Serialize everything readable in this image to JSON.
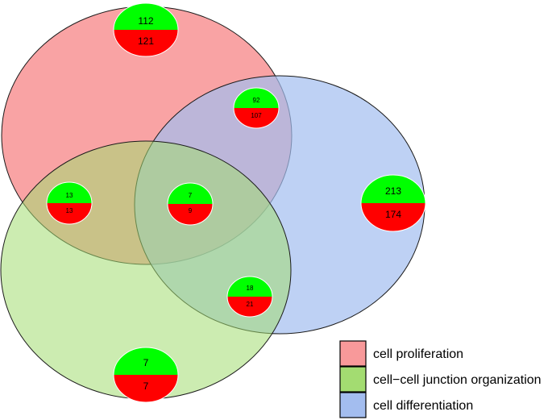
{
  "sets": [
    {
      "name": "cell proliferation",
      "color": "#f8999a"
    },
    {
      "name": "cell−cell junction organization",
      "color": "#a3dc71"
    },
    {
      "name": "cell differentiation",
      "color": "#a3bdef"
    }
  ],
  "regions": [
    {
      "id": "proliferation-only",
      "up": "112",
      "down": "121"
    },
    {
      "id": "proliferation-differentiation",
      "up": "92",
      "down": "107"
    },
    {
      "id": "differentiation-only",
      "up": "213",
      "down": "174"
    },
    {
      "id": "proliferation-junction",
      "up": "13",
      "down": "13"
    },
    {
      "id": "all-three",
      "up": "7",
      "down": "9"
    },
    {
      "id": "junction-differentiation",
      "up": "18",
      "down": "21"
    },
    {
      "id": "junction-only",
      "up": "7",
      "down": "7"
    }
  ],
  "colors": {
    "up": "#00ff00",
    "down": "#ff0000",
    "outline": "#1a1a1a"
  }
}
